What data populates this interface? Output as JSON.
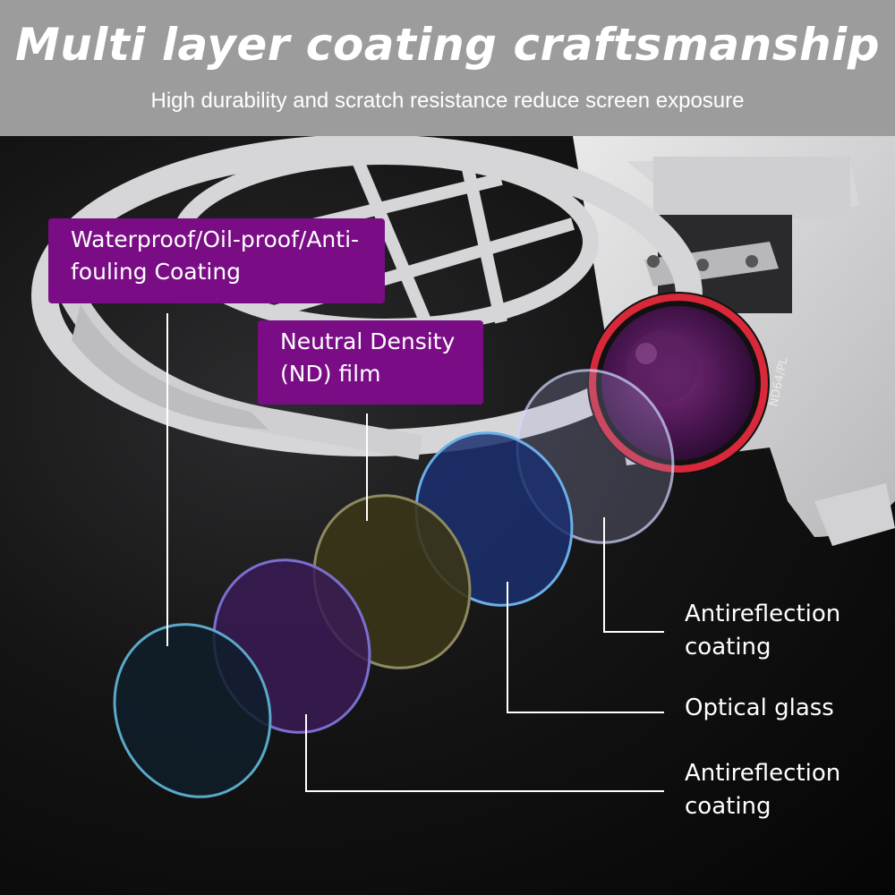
{
  "header": {
    "title": "Multi layer coating craftsmanship",
    "subtitle": "High durability and scratch resistance reduce screen exposure"
  },
  "callouts": {
    "waterproof": "Waterproof/Oil-proof/Anti-fouling Coating",
    "nd_film": "Neutral Density (ND) film"
  },
  "labels": {
    "antireflection_top": "Antireflection coating",
    "optical_glass": "Optical glass",
    "antireflection_bottom": "Antireflection coating"
  },
  "filter_marking": "ND64/PL",
  "colors": {
    "header_bg": "#9c9c9c",
    "callout_bg": "#7a0d86",
    "ring_red": "#d8283a",
    "text": "#ffffff"
  }
}
